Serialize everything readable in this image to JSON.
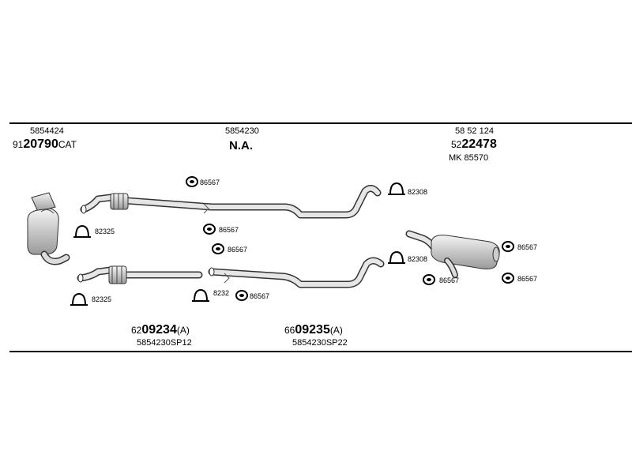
{
  "top_labels": {
    "cat_part": "5854424",
    "cat_number_prefix": "91",
    "cat_number_main": "20790",
    "cat_number_suffix": "CAT",
    "mid_part": "5854230",
    "mid_status": "N.A.",
    "muffler_part": "58 52 124",
    "muffler_number_prefix": "52",
    "muffler_number_main": "22478",
    "mounting_kit": "MK 85570"
  },
  "bottom_labels": {
    "left_number_prefix": "62",
    "left_number_main": "09234",
    "left_number_suffix": "(A)",
    "left_part": "5854230SP12",
    "right_number_prefix": "66",
    "right_number_main": "09235",
    "right_number_suffix": "(A)",
    "right_part": "5854230SP22"
  },
  "refs": {
    "rubber_mount": "86567",
    "clamp_rear": "82308",
    "clamp_front": "82325",
    "clamp_mid_partial": "8232"
  }
}
